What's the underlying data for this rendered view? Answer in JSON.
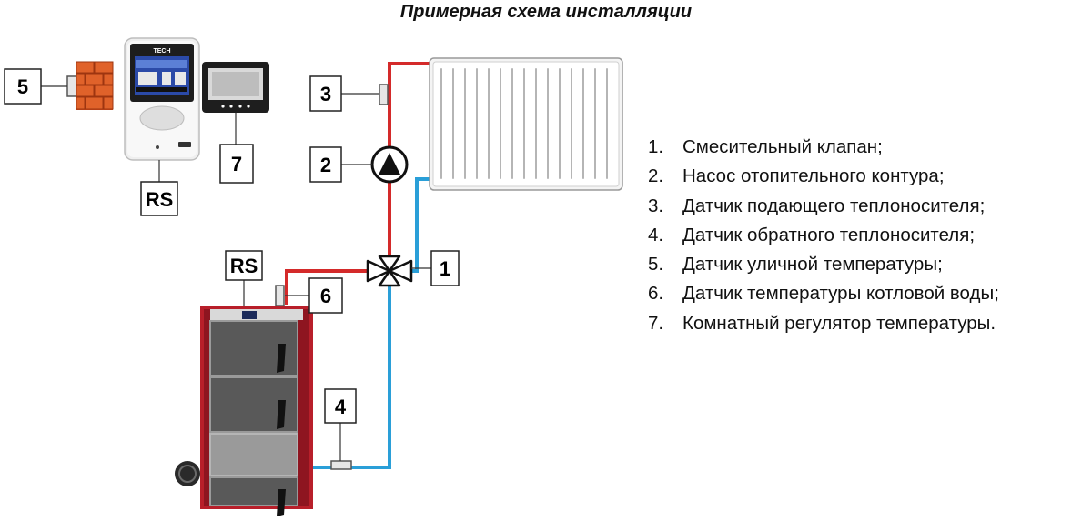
{
  "title": "Примерная схема инсталляции",
  "labels": {
    "l1": "1",
    "l2": "2",
    "l3": "3",
    "l4": "4",
    "l5": "5",
    "l6": "6",
    "l7": "7",
    "rs_controller": "RS",
    "rs_boiler": "RS"
  },
  "controller_brand": "TECH",
  "legend": [
    {
      "num": "1.",
      "text": "Смесительный клапан;"
    },
    {
      "num": "2.",
      "text": "Насос отопительного контура;"
    },
    {
      "num": "3.",
      "text": "Датчик подающего теплоносителя;"
    },
    {
      "num": "4.",
      "text": "Датчик обратного теплоносителя;"
    },
    {
      "num": "5.",
      "text": "Датчик уличной температуры;"
    },
    {
      "num": "6.",
      "text": "Датчик температуры котловой воды;"
    },
    {
      "num": "7.",
      "text": "Комнатный регулятор температуры."
    }
  ],
  "colors": {
    "supply": "#d42a2a",
    "return": "#2a9fd8",
    "boiler": "#b81f2a",
    "brick": "#d4541d"
  }
}
